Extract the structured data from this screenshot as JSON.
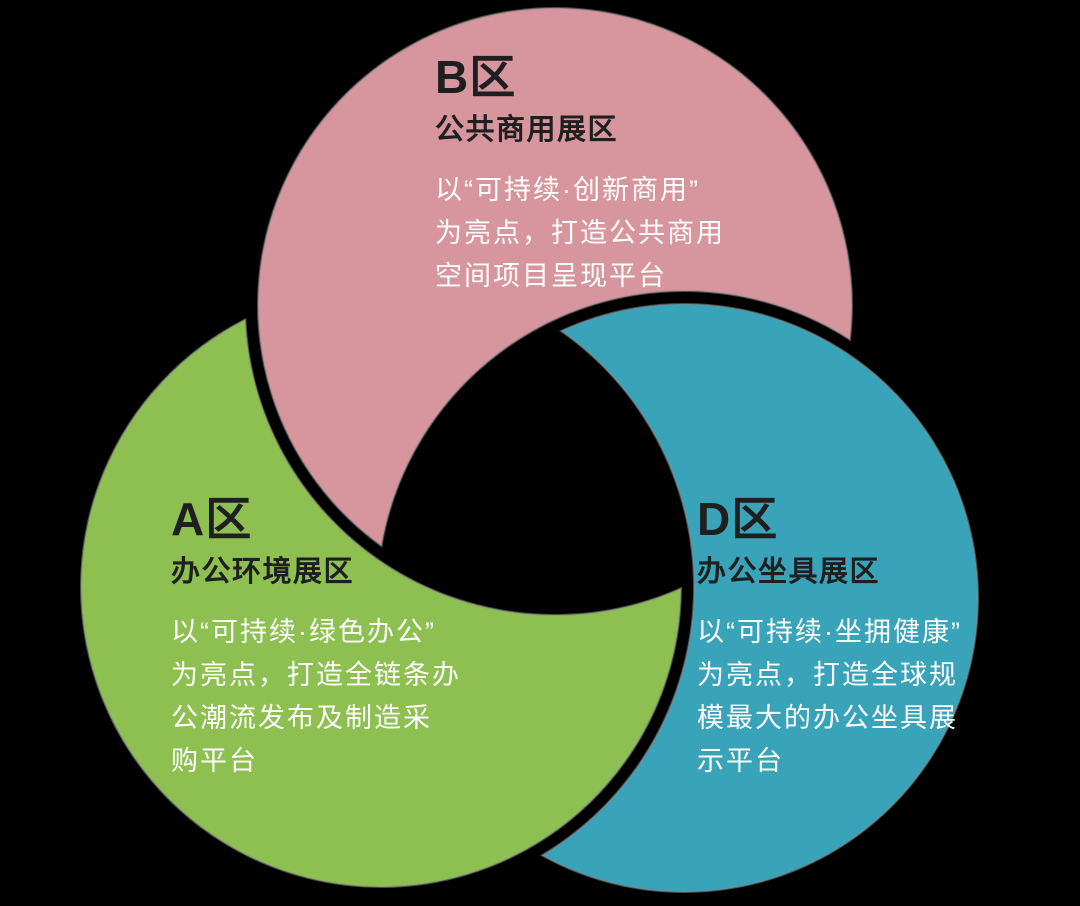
{
  "background": "#000000",
  "outline_color": "#8a8a8a",
  "title_color": "#1f1f1f",
  "body_text_color": "#ffffff",
  "diagram": {
    "type": "three-zone pinwheel venn diagram",
    "zones": [
      {
        "id": "B",
        "label": "B区",
        "name": "公共商用展区",
        "desc": "以“可持续·创新商用”\n为亮点，打造公共商用\n空间项目呈现平台",
        "color": "#d7969e",
        "position": "top"
      },
      {
        "id": "A",
        "label": "A区",
        "name": "办公环境展区",
        "desc": "以“可持续·绿色办公”\n为亮点，打造全链条办\n公潮流发布及制造采\n购平台",
        "color": "#8dc050",
        "position": "bottom-left"
      },
      {
        "id": "D",
        "label": "D区",
        "name": "办公坐具展区",
        "desc": "以“可持续·坐拥健康”\n为亮点，打造全球规\n模最大的办公坐具展\n示平台",
        "color": "#39a3b9",
        "position": "bottom-right"
      }
    ]
  }
}
